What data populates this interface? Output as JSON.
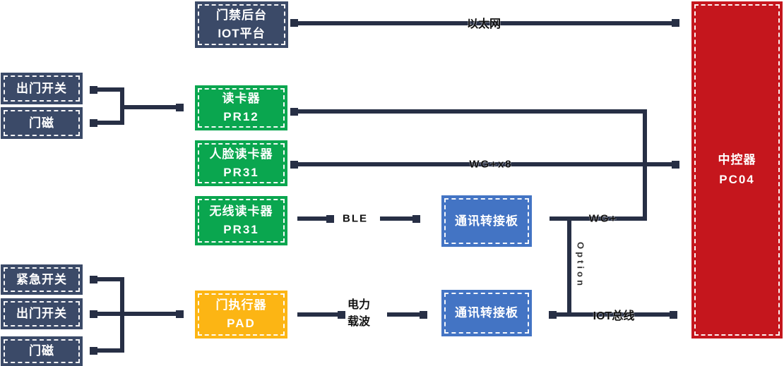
{
  "diagram": {
    "boxes": {
      "iot_platform": {
        "line1": "门禁后台",
        "line2": "IOT平台"
      },
      "exit_switch_top": {
        "line1": "出门开关"
      },
      "door_magnet_top": {
        "line1": "门磁"
      },
      "card_reader": {
        "line1": "读卡器",
        "line2": "PR12"
      },
      "face_reader": {
        "line1": "人脸读卡器",
        "line2": "PR31"
      },
      "wireless_reader": {
        "line1": "无线读卡器",
        "line2": "PR31"
      },
      "emergency_switch": {
        "line1": "紧急开关"
      },
      "exit_switch_bottom": {
        "line1": "出门开关"
      },
      "door_magnet_bottom": {
        "line1": "门磁"
      },
      "door_actuator": {
        "line1": "门执行器",
        "line2": "PAD"
      },
      "comm_adapter_top": {
        "line1": "通讯转接板"
      },
      "comm_adapter_bottom": {
        "line1": "通讯转接板"
      },
      "controller": {
        "line1": "中控器",
        "line2": "PC04"
      }
    },
    "edge_labels": {
      "ethernet": "以太网",
      "wg_x8": "WG+x8",
      "ble": "BLE",
      "wg_plus": "WG+",
      "power_carrier_line1": "电力",
      "power_carrier_line2": "载波",
      "option": "Option",
      "iot_bus": "IOT总线"
    },
    "colors": {
      "navy": "#3b4a68",
      "green": "#0aa64f",
      "gold": "#fcb514",
      "blue": "#4374c4",
      "red": "#c5161d",
      "line": "#272f45",
      "background": "#ffffff"
    }
  }
}
